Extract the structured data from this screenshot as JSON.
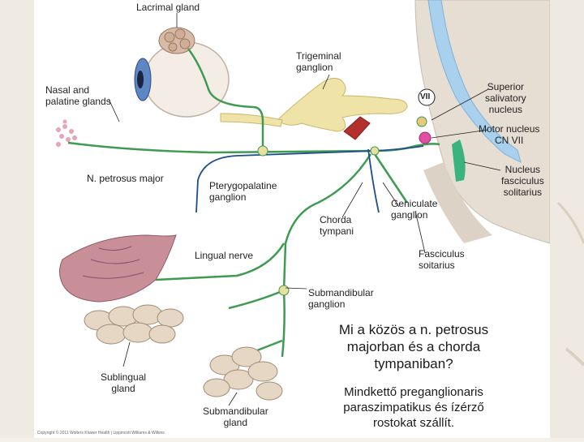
{
  "labels": {
    "lacrimal_gland": "Lacrimal gland",
    "nasal_palatine": [
      "Nasal and",
      "palatine glands"
    ],
    "trigeminal_ganglion": [
      "Trigeminal",
      "ganglion"
    ],
    "cranial_nerve_vii": "VII",
    "superior_salivatory": [
      "Superior",
      "salivatory",
      "nucleus"
    ],
    "motor_nucleus": [
      "Motor nucleus",
      "CN VII"
    ],
    "nucleus_fasciculus": [
      "Nucleus",
      "fasciculus",
      "solitarius"
    ],
    "n_petrosus_major": "N. petrosus major",
    "pterygopalatine": [
      "Pterygopalatine",
      "ganglion"
    ],
    "geniculate": [
      "Geniculate",
      "ganglion"
    ],
    "chorda_tympani": [
      "Chorda",
      "tympani"
    ],
    "lingual_nerve": "Lingual nerve",
    "fasciculus_soitarius": [
      "Fasciculus",
      "soitarius"
    ],
    "submandibular_ganglion": [
      "Submandibular",
      "ganglion"
    ],
    "sublingual_gland": [
      "Sublingual",
      "gland"
    ],
    "submandibular_gland": [
      "Submandibular",
      "gland"
    ]
  },
  "question": [
    "Mi a közös a n. petrosus",
    "majorban és a chorda",
    "tympaniban?"
  ],
  "answer": [
    "Mindkettő preganglionaris",
    "paraszimpatikus és ízérző",
    "rostokat szállít."
  ],
  "copyright": "Copyright © 2011 Wolters Kluwer Health | Lippincott Williams & Wilkins",
  "colors": {
    "nerve_green": "#3f9a52",
    "trigeminal_yellow": "#efe3a8",
    "brainstem": "#e6ddd3",
    "csf_blue": "#a9d1ee",
    "marker_navy": "#1f4e8c",
    "gland_pink": "#c98f98"
  }
}
